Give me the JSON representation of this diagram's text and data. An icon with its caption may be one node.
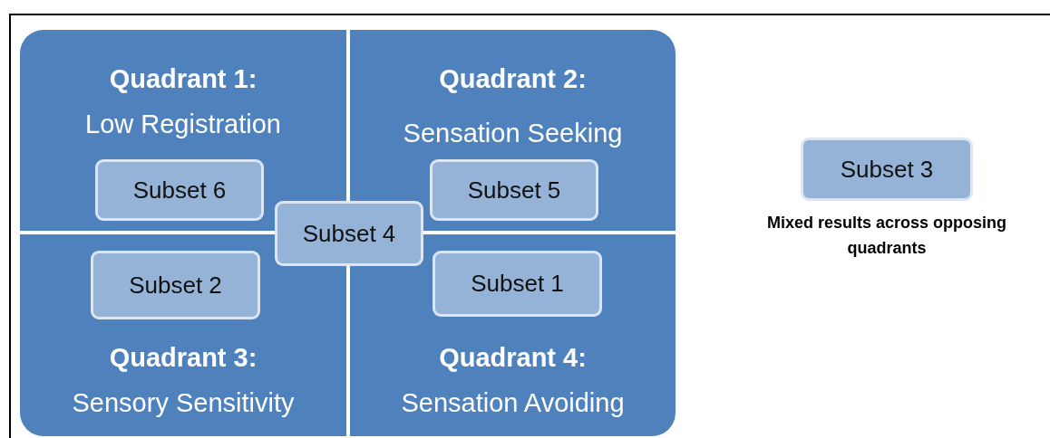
{
  "diagram": {
    "nodes": [
      {
        "text": [
          "Quadrant 1:",
          "Low Registration"
        ]
      },
      {
        "text": [
          "Subset 6"
        ],
        "in": 0
      },
      {
        "text": [
          "Quadrant 2:",
          "Sensation Seeking"
        ]
      },
      {
        "text": [
          "Subset 5"
        ],
        "in": 2
      },
      {
        "text": [
          "Subset 4"
        ]
      },
      {
        "text": [
          "Quadrant 3:",
          "Sensory Sensitivity"
        ]
      },
      {
        "text": [
          "Subset 2"
        ],
        "in": 5
      },
      {
        "text": [
          "Quadrant 4:",
          "Sensation Avoiding"
        ]
      },
      {
        "text": [
          "Subset 1"
        ],
        "in": 7
      },
      {
        "text": [
          "Subset 3"
        ],
        "beside": [
          "Mixed results across opposing quadrants"
        ]
      }
    ],
    "edges": []
  }
}
